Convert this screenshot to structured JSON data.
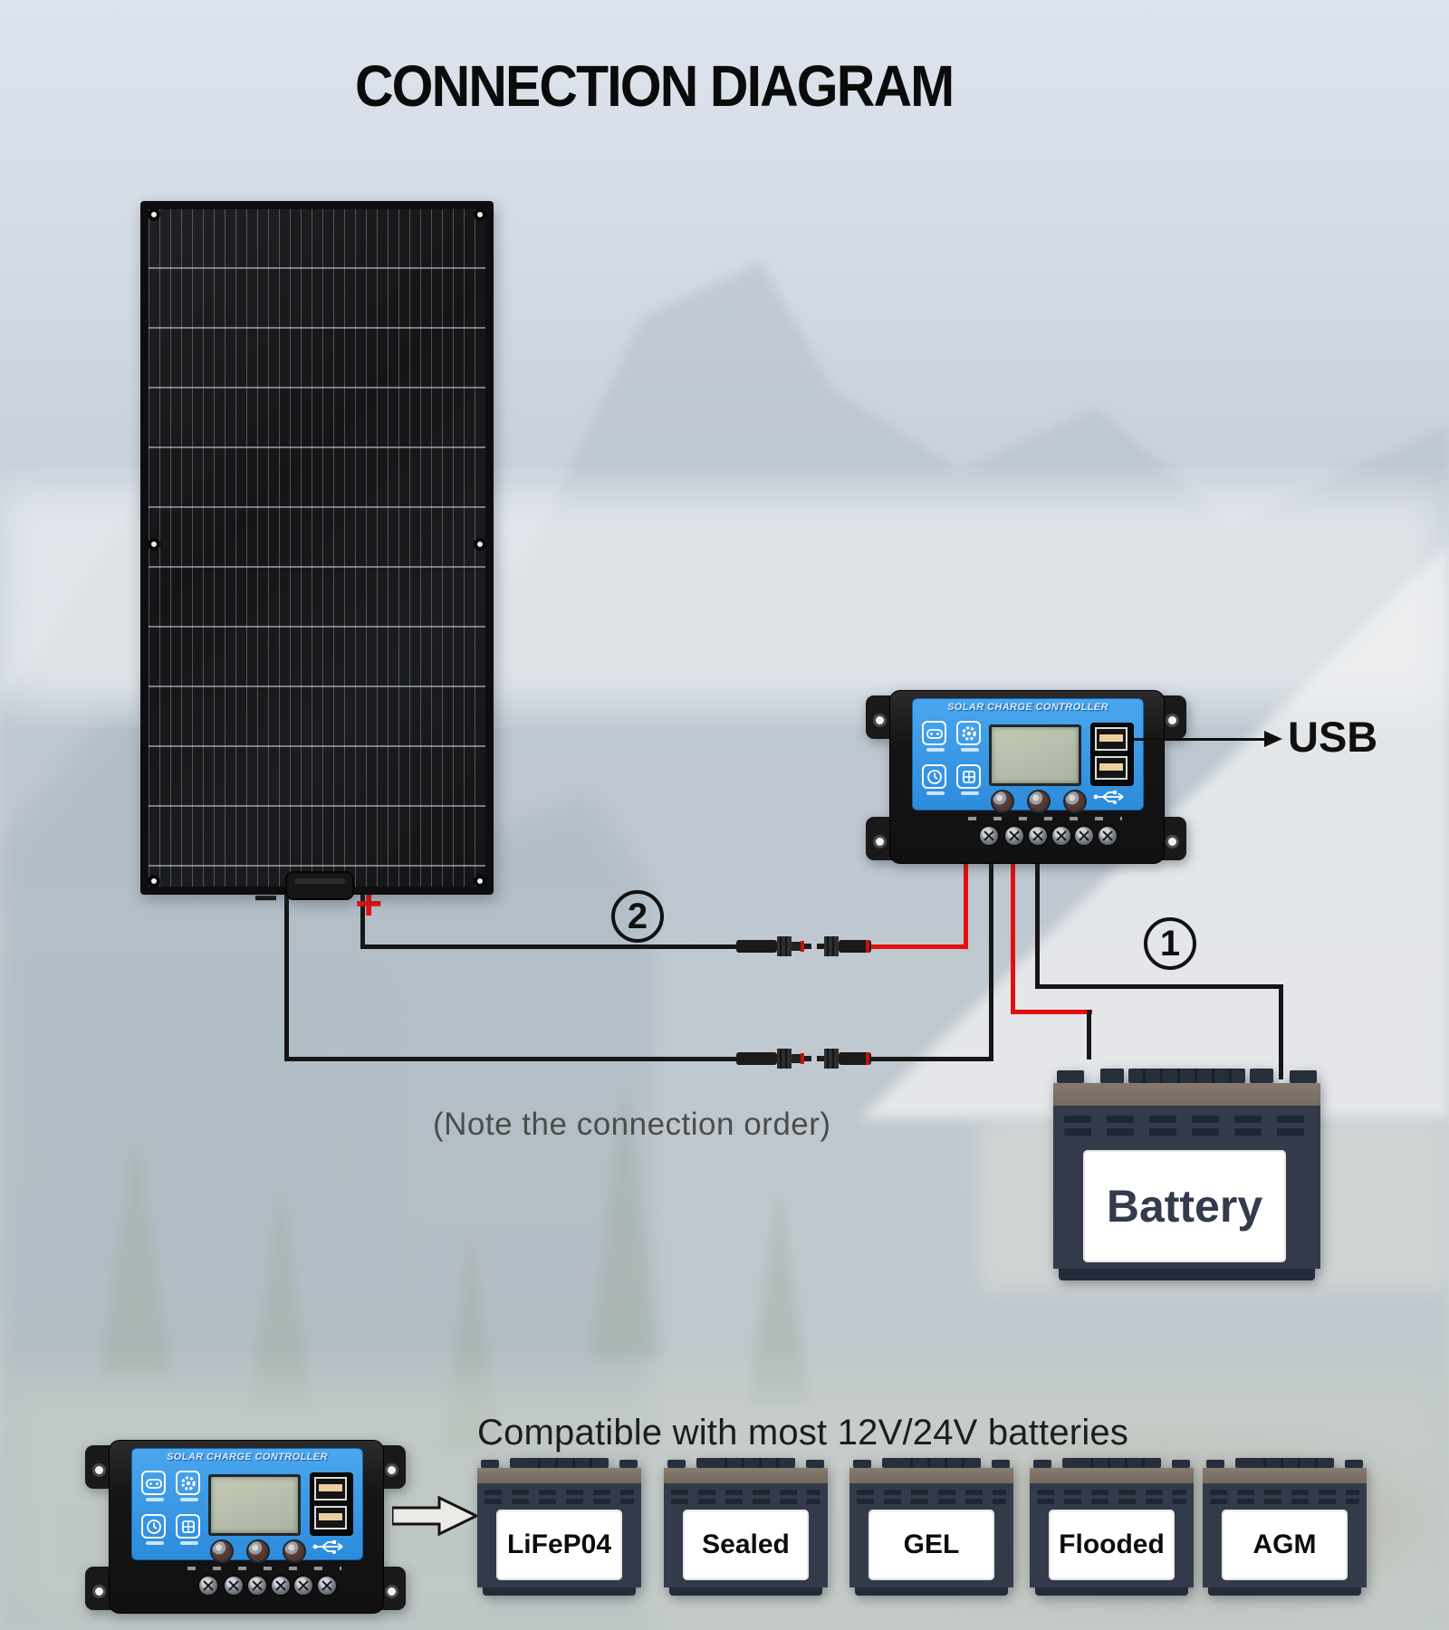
{
  "title": "CONNECTION DIAGRAM",
  "controller": {
    "name_label": "SOLAR CHARGE CONTROLLER"
  },
  "wiring": {
    "usb_label": "USB",
    "note": "(Note the connection order)",
    "step_battery_first": "1",
    "step_panel_second": "2",
    "panel_positive": "+",
    "panel_negative": "−"
  },
  "battery": {
    "label": "Battery"
  },
  "compatibility": {
    "heading": "Compatible with most 12V/24V batteries",
    "types": [
      "LiFeP04",
      "Sealed",
      "GEL",
      "Flooded",
      "AGM"
    ]
  },
  "colors": {
    "wire_positive": "#e31010",
    "wire_negative": "#161616",
    "controller_face_blue": "#3a9ce8",
    "battery_body": "#333b4b",
    "battery_top_band": "#7d7265",
    "background_tint": "#ccd4df"
  }
}
